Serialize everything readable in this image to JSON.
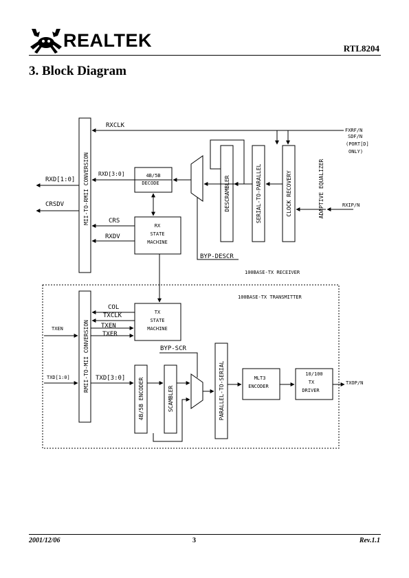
{
  "header": {
    "brand": "REALTEK",
    "part_number": "RTL8204"
  },
  "section_title": "3. Block Diagram",
  "diagram": {
    "receiver": {
      "mii_block": "MII-TO-RMII CONVERSION",
      "decode_l1": "4B/5B",
      "decode_l2": "DECODE",
      "rx_sm_l1": "RX",
      "rx_sm_l2": "STATE",
      "rx_sm_l3": "MACHINE",
      "descrambler": "DESCRAMBLER",
      "serial_to_parallel": "SERIAL-TO-PARALLEL",
      "clock_recovery": "CLOCK RECOVERY",
      "adaptive_equalizer": "ADAPTIVE EQUALIZER",
      "sig_rxclk": "RXCLK",
      "sig_rxd30": "RXD[3:0]",
      "sig_rxd10": "RXD[1:0]",
      "sig_crsdv": "CRSDV",
      "sig_crs": "CRS",
      "sig_rxdv": "RXDV",
      "sig_byp_descr": "BYP-DESCR",
      "sig_fxrf1": "FXRF/N",
      "sig_fxrf2": "SDF/N",
      "sig_fxrf3": "(PORT[D]",
      "sig_fxrf4": "ONLY)",
      "sig_rxip": "RXIP/N",
      "caption": "100BASE-TX RECEIVER"
    },
    "transmitter": {
      "caption": "100BASE-TX TRANSMITTER",
      "rmii_block": "RMII-TO-MII CONVERSION",
      "tx_sm_l1": "TX",
      "tx_sm_l2": "STATE",
      "tx_sm_l3": "MACHINE",
      "encoder": "4B/5B ENCODER",
      "scrambler": "SCAMBLER",
      "parallel_to_serial": "PARALLEL-TO-SERIAL",
      "mlt3_l1": "MLT3",
      "mlt3_l2": "ENCODER",
      "driver_l1": "10/100",
      "driver_l2": "TX",
      "driver_l3": "DRIVER",
      "sig_col": "COL",
      "sig_txclk": "TXCLK",
      "sig_txen_in": "TXEN",
      "sig_txer": "TXER",
      "sig_txen": "TXEN",
      "sig_txd10": "TXD[1:0]",
      "sig_txd30": "TXD[3:0]",
      "sig_byp_scr": "BYP-SCR",
      "sig_txop": "TXOP/N"
    }
  },
  "footer": {
    "date": "2001/12/06",
    "page": "3",
    "revision": "Rev.1.1"
  }
}
